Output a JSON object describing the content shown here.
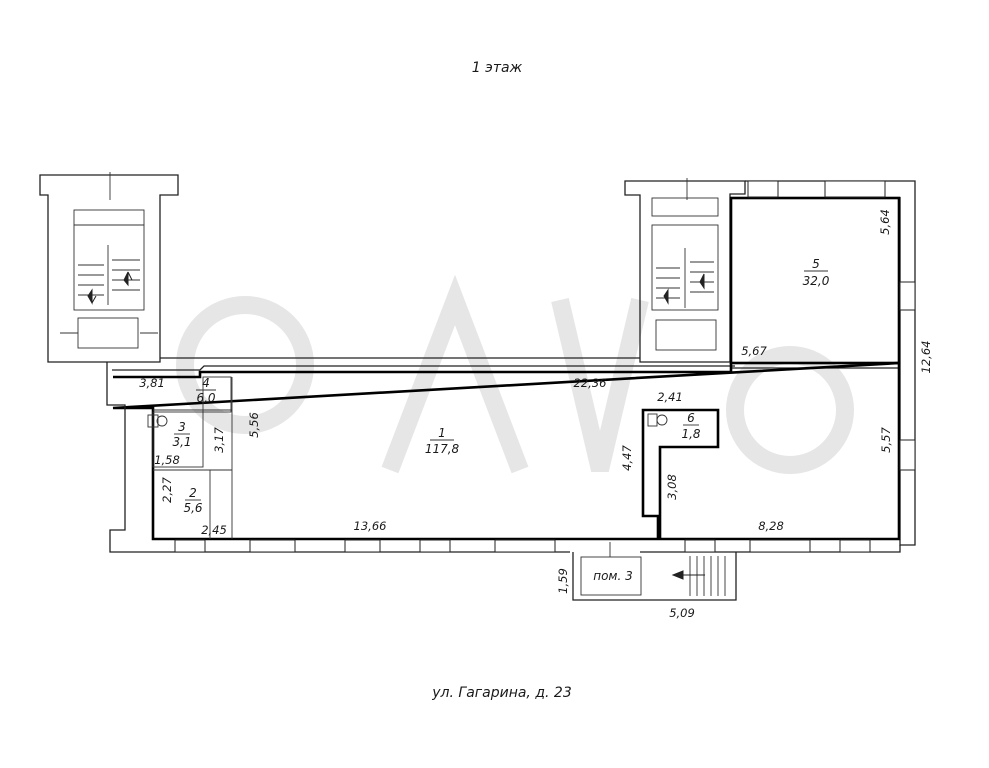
{
  "floor_label": "1 этаж",
  "address": "ул. Гагарина, д. 23",
  "rooms": [
    {
      "number": "1",
      "area": "117,8"
    },
    {
      "number": "2",
      "area": "5,6"
    },
    {
      "number": "3",
      "area": "3,1"
    },
    {
      "number": "4",
      "area": "6,0"
    },
    {
      "number": "5",
      "area": "32,0"
    },
    {
      "number": "6",
      "area": "1,8"
    }
  ],
  "dimensions": {
    "d_3_81": "3,81",
    "d_22_36": "22,36",
    "d_5_67": "5,67",
    "d_5_64": "5,64",
    "d_12_64": "12,64",
    "d_5_57": "5,57",
    "d_5_56": "5,56",
    "d_3_17": "3,17",
    "d_1_58": "1,58",
    "d_2_27": "2,27",
    "d_2_45": "2,45",
    "d_13_66": "13,66",
    "d_4_47": "4,47",
    "d_2_41": "2,41",
    "d_3_08": "3,08",
    "d_8_28": "8,28",
    "d_1_59": "1,59",
    "d_5_09": "5,09"
  },
  "annex_label": "пом. 3"
}
